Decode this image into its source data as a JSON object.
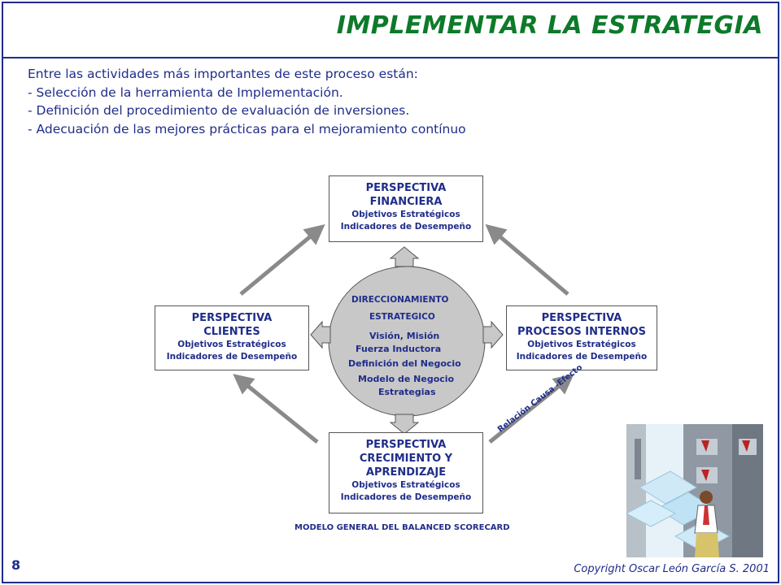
{
  "header": {
    "title": "IMPLEMENTAR LA ESTRATEGIA"
  },
  "intro": {
    "lines": [
      "Entre las actividades más importantes de este proceso están:",
      "- Selección de la herramienta de Implementación.",
      "- Definición del procedimiento de evaluación de inversiones.",
      "- Adecuación de las mejores prácticas para el mejoramiento contínuo"
    ]
  },
  "diagram": {
    "financiera": {
      "title1": "PERSPECTIVA",
      "title2": "FINANCIERA",
      "sub1": "Objetivos Estratégicos",
      "sub2": "Indicadores de Desempeño"
    },
    "clientes": {
      "title1": "PERSPECTIVA",
      "title2": "CLIENTES",
      "sub1": "Objetivos Estratégicos",
      "sub2": "Indicadores de Desempeño"
    },
    "procesos": {
      "title1": "PERSPECTIVA",
      "title2": "PROCESOS INTERNOS",
      "sub1": "Objetivos Estratégicos",
      "sub2": "Indicadores de Desempeño"
    },
    "crecimiento": {
      "title1": "PERSPECTIVA",
      "title2": "CRECIMIENTO Y",
      "title3": "APRENDIZAJE",
      "sub1": "Objetivos Estratégicos",
      "sub2": "Indicadores de Desempeño"
    },
    "center": {
      "l1": "DIRECCIONAMIENTO",
      "l2": "ESTRATEGICO",
      "l3": "Visión, Misión",
      "l4": "Fuerza Inductora",
      "l5": "Definición del Negocio",
      "l6": "Modelo de Negocio",
      "l7": "Estrategias"
    },
    "relation_label": "Relación Causa -Efecto",
    "caption": "MODELO GENERAL DEL BALANCED SCORECARD"
  },
  "footer": {
    "page_number": "8",
    "copyright": "Copyright Oscar León García S. 2001"
  },
  "colors": {
    "title": "#0d7a2a",
    "text": "#1f2d8a",
    "frame": "#1f2d8a",
    "arrow": "#8a8a8a",
    "circle": "#c8c8c8"
  },
  "icons": [
    "business-person-illustration"
  ]
}
